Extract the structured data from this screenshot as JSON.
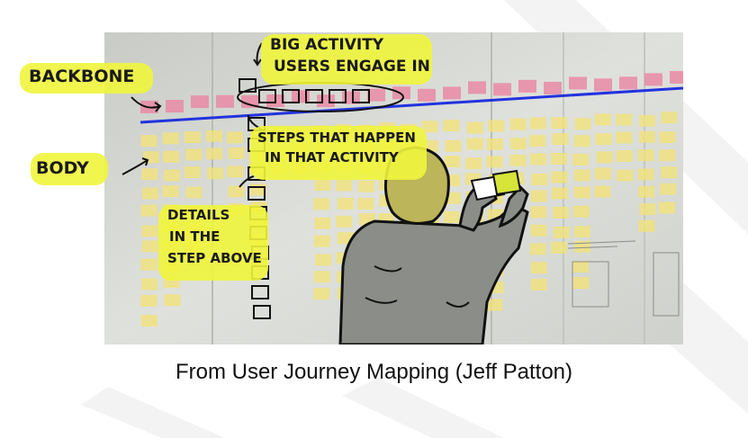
{
  "caption": "From User Journey Mapping (Jeff Patton)",
  "labels": {
    "backbone": "BACKBONE",
    "body": "BODY",
    "big_activity_line1": "BIG ACTIVITY",
    "big_activity_line2": "USERS ENGAGE IN",
    "steps_line1": "STEPS THAT HAPPEN",
    "steps_line2": "IN THAT ACTIVITY",
    "details_line1": "DETAILS",
    "details_line2": "IN THE",
    "details_line3": "STEP ABOVE"
  },
  "colors": {
    "highlight": "#f0f53c",
    "backbone_line": "#2233dd",
    "sticky_pink": "#e98aa6",
    "sticky_yellow": "#f1e27a",
    "whiteboard": "#d9dcd6",
    "watermark": "#eeeeee"
  }
}
